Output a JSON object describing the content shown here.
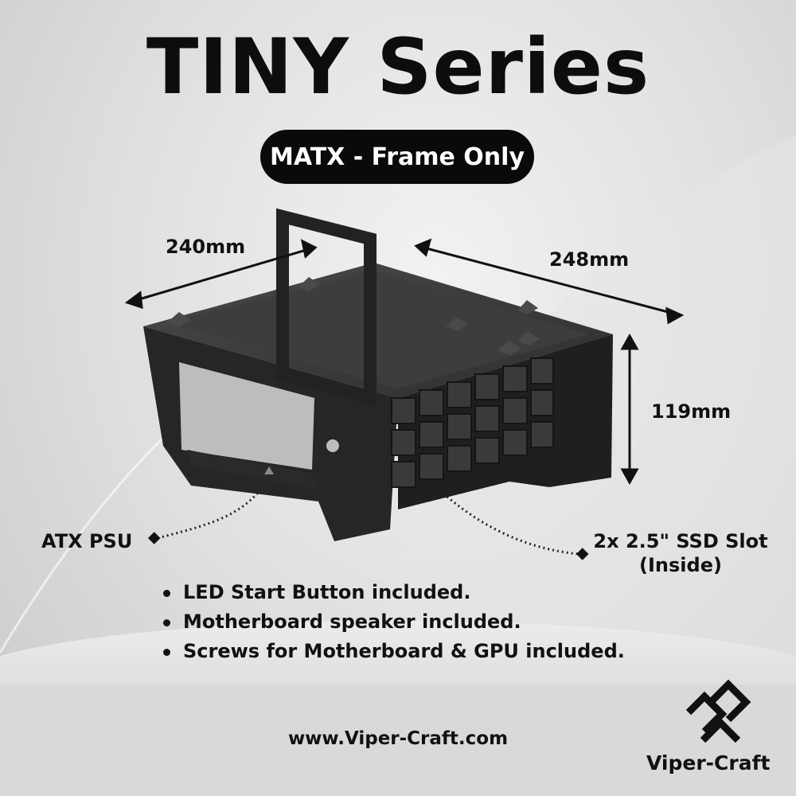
{
  "title": "TINY Series",
  "subtitle": "MATX - Frame Only",
  "dimensions": {
    "width": "240mm",
    "depth": "248mm",
    "height": "119mm"
  },
  "callouts": {
    "psu": "ATX PSU",
    "ssd_line1": "2x 2.5\" SSD Slot",
    "ssd_line2": "(Inside)"
  },
  "features": [
    "LED Start Button included.",
    "Motherboard speaker included.",
    "Screws for Motherboard & GPU included."
  ],
  "website": "www.Viper-Craft.com",
  "brand": {
    "name": "Viper-Craft",
    "logo": "viper-craft-logo"
  },
  "colors": {
    "text": "#111111",
    "pill_bg": "#0a0a0a",
    "pill_text": "#ffffff"
  }
}
